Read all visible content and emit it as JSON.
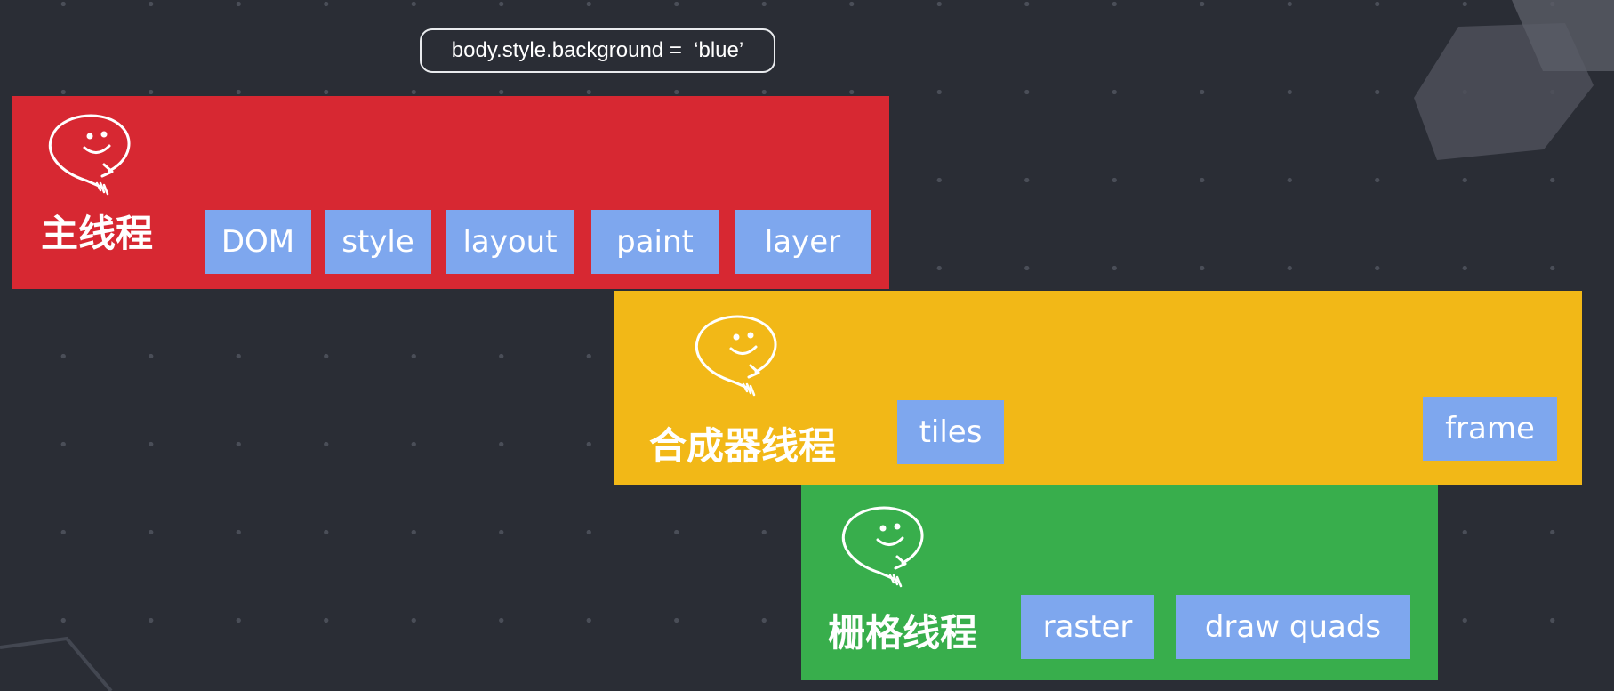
{
  "code_snippet": "body.style.background =  ‘blue’",
  "colors": {
    "background": "#2a2d35",
    "main_thread": "#d72832",
    "compositor_thread": "#f2b817",
    "raster_thread": "#38ae4c",
    "step_box": "#7ea7ee"
  },
  "threads": {
    "main": {
      "title": "主线程",
      "icon": "smiley-speech-bubble-icon",
      "steps": [
        "DOM",
        "style",
        "layout",
        "paint",
        "layer"
      ]
    },
    "compositor": {
      "title": "合成器线程",
      "icon": "smiley-speech-bubble-icon",
      "steps": [
        "tiles",
        "frame"
      ]
    },
    "raster": {
      "title": "栅格线程",
      "icon": "smiley-speech-bubble-icon",
      "steps": [
        "raster",
        "draw quads"
      ]
    }
  }
}
